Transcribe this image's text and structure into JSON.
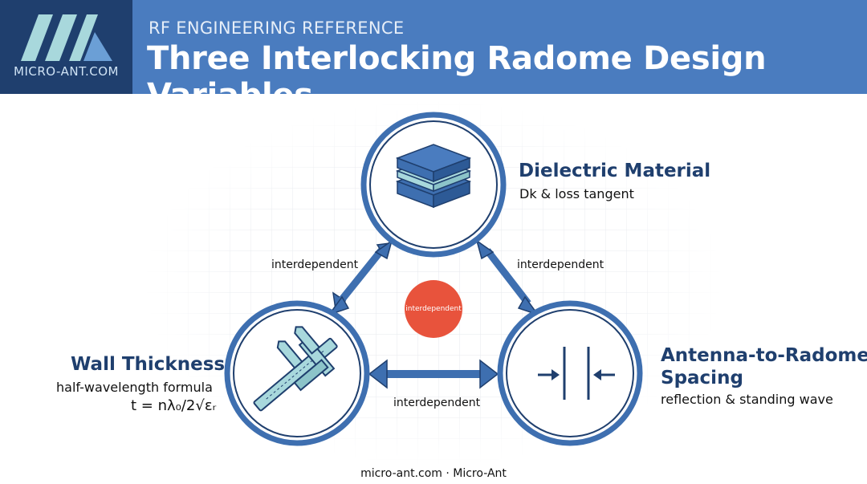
{
  "header": {
    "logo_text": "MICRO-ANT.COM",
    "kicker": "RF ENGINEERING REFERENCE",
    "title": "Three Interlocking Radome Design Variables"
  },
  "nodes": {
    "dielectric": {
      "title": "Dielectric Material",
      "subtitle": "Dk & loss tangent",
      "icon": "layered-sheets-icon"
    },
    "wall": {
      "title": "Wall Thickness",
      "subtitle": "half-wavelength formula",
      "formula": "t = nλ₀/2√εᵣ",
      "icon": "caliper-icon"
    },
    "spacing": {
      "title_line1": "Antenna-to-Radome",
      "title_line2": "Spacing",
      "subtitle": "reflection & standing wave",
      "icon": "spacing-arrows-icon"
    }
  },
  "edges": {
    "left": "interdependent",
    "right": "interdependent",
    "bottom": "interdependent",
    "center": "interdependent"
  },
  "footer": "micro-ant.com · Micro-Ant",
  "colors": {
    "header_bg": "#4a7cbf",
    "logo_bg": "#1f3f6e",
    "node_ring": "#3e6fb0",
    "accent_light": "#a8d8dc",
    "center_dot": "#e8533c"
  }
}
